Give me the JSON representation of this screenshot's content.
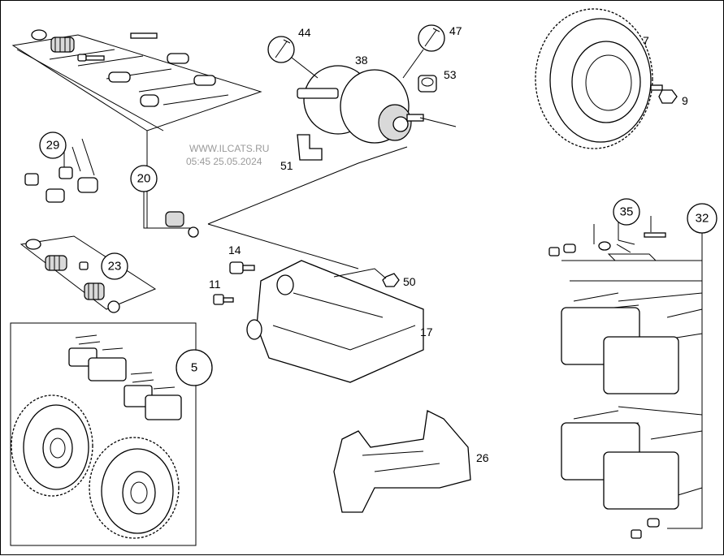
{
  "watermark": {
    "site": "WWW.ILCATS.RU",
    "timestamp": "05:45 25.05.2024"
  },
  "callouts": {
    "c5": "5",
    "c7": "7",
    "c9": "9",
    "c11": "11",
    "c14": "14",
    "c17": "17",
    "c20": "20",
    "c23": "23",
    "c26": "26",
    "c29": "29",
    "c32": "32",
    "c35": "35",
    "c38": "38",
    "c44": "44",
    "c47": "47",
    "c50": "50",
    "c51": "51",
    "c53": "53"
  }
}
